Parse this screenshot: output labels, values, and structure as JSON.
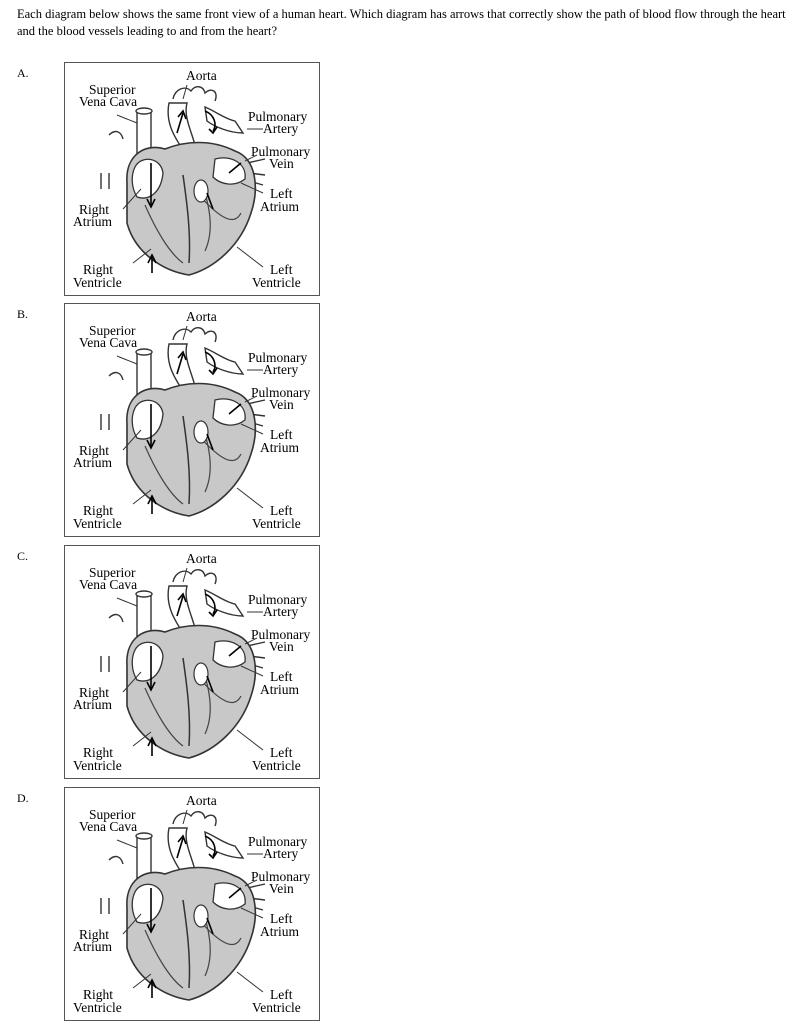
{
  "question_text": "Each diagram below shows the same front view of a human heart. Which diagram has arrows that correctly show the path of blood flow through the heart and the blood vessels leading to and from the heart?",
  "labels": {
    "aorta": "Aorta",
    "superior_vena_cava_1": "Superior",
    "superior_vena_cava_2": "Vena Cava",
    "pulmonary_artery_1": "Pulmonary",
    "pulmonary_artery_2": "Artery",
    "pulmonary_vein_1": "Pulmonary",
    "pulmonary_vein_2": "Vein",
    "left_atrium_1": "Left",
    "left_atrium_2": "Atrium",
    "right_atrium_1": "Right",
    "right_atrium_2": "Atrium",
    "right_ventricle_1": "Right",
    "right_ventricle_2": "Ventricle",
    "left_ventricle_1": "Left",
    "left_ventricle_2": "Ventricle"
  },
  "options": [
    {
      "letter": "A."
    },
    {
      "letter": "B."
    },
    {
      "letter": "C."
    },
    {
      "letter": "D."
    }
  ]
}
